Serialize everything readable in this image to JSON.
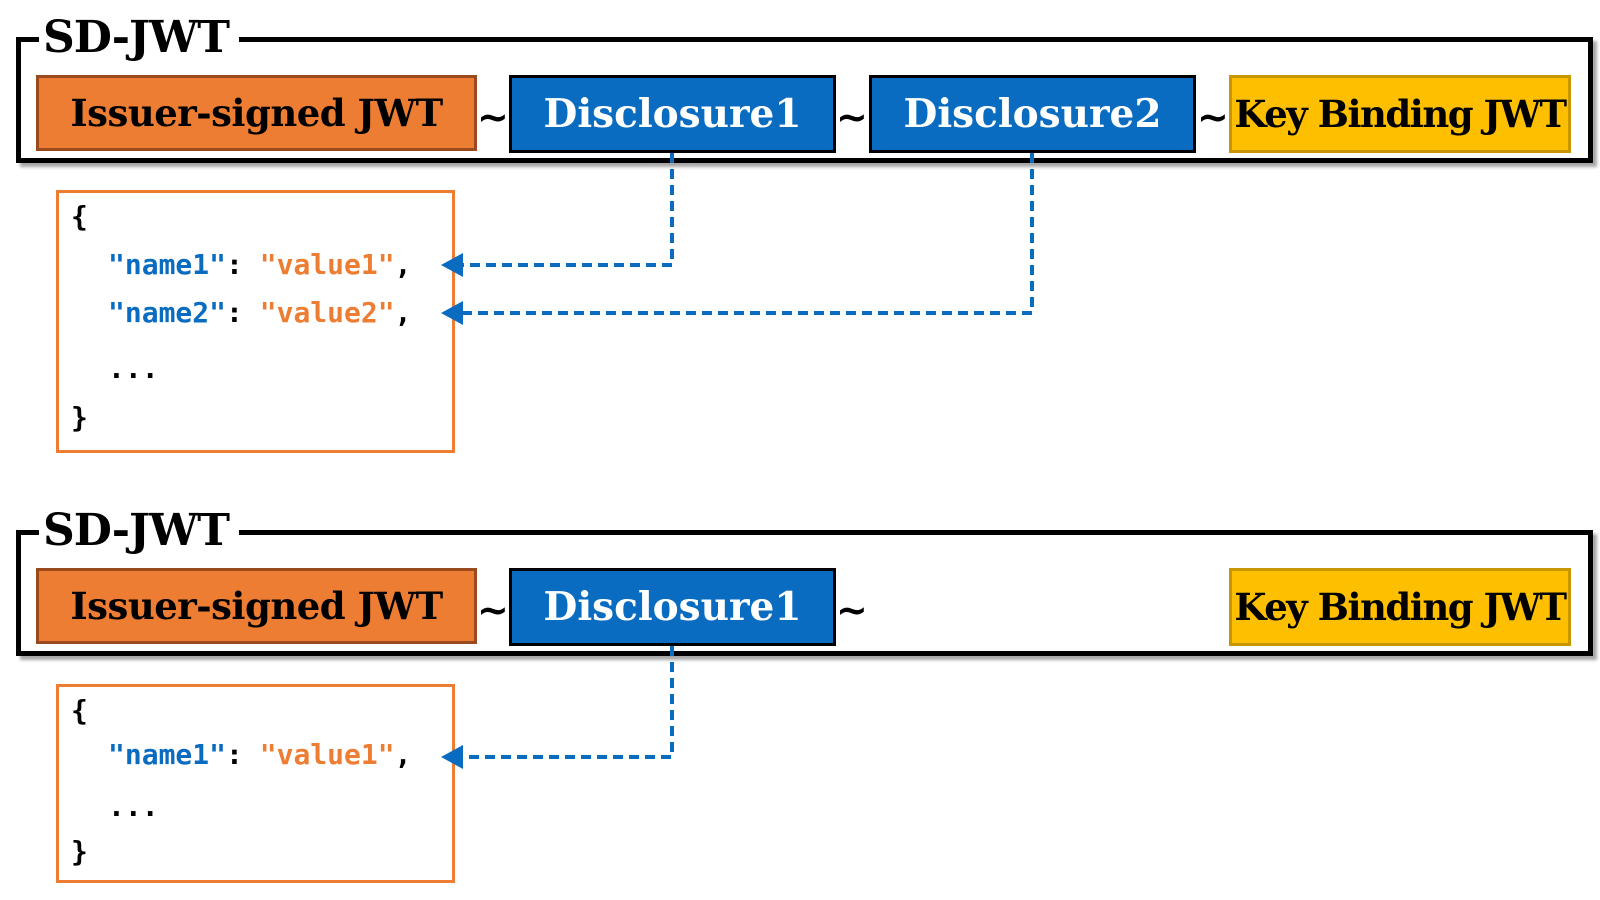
{
  "diagrams": [
    {
      "title": "SD-JWT",
      "issuer_label": "Issuer-signed JWT",
      "disclosures": [
        "Disclosure1",
        "Disclosure2"
      ],
      "key_binding_label": "Key Binding JWT",
      "separator": "~",
      "json": {
        "open": "{",
        "entries": [
          {
            "key": "\"name1\"",
            "colon": ":",
            "value": "\"value1\"",
            "comma": ","
          },
          {
            "key": "\"name2\"",
            "colon": ":",
            "value": "\"value2\"",
            "comma": ","
          }
        ],
        "ellipsis": "...",
        "close": "}"
      }
    },
    {
      "title": "SD-JWT",
      "issuer_label": "Issuer-signed JWT",
      "disclosures": [
        "Disclosure1"
      ],
      "key_binding_label": "Key Binding JWT",
      "separator": "~",
      "json": {
        "open": "{",
        "entries": [
          {
            "key": "\"name1\"",
            "colon": ":",
            "value": "\"value1\"",
            "comma": ","
          }
        ],
        "ellipsis": "...",
        "close": "}"
      }
    }
  ],
  "colors": {
    "issuer": "#ee7d34",
    "disclosure": "#0a6cc0",
    "key_binding": "#fdbf00",
    "arrow": "#0a6cc0"
  }
}
